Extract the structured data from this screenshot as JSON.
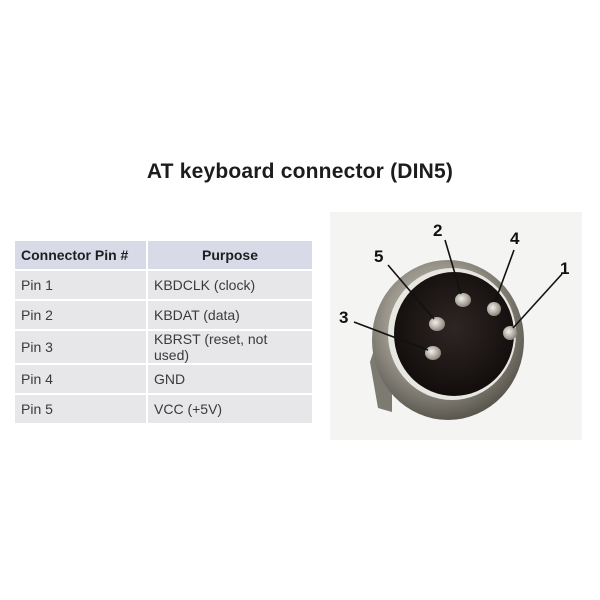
{
  "title": "AT keyboard connector (DIN5)",
  "table": {
    "headers": [
      "Connector Pin #",
      "Purpose"
    ],
    "rows": [
      {
        "pin": "Pin 1",
        "purpose": "KBDCLK (clock)"
      },
      {
        "pin": "Pin 2",
        "purpose": "KBDAT (data)"
      },
      {
        "pin": "Pin 3",
        "purpose": "KBRST (reset, not used)"
      },
      {
        "pin": "Pin 4",
        "purpose": "GND"
      },
      {
        "pin": "Pin 5",
        "purpose": "VCC (+5V)"
      }
    ]
  },
  "photo": {
    "labels": [
      "1",
      "2",
      "3",
      "4",
      "5"
    ]
  },
  "colors": {
    "header_bg": "#d9dae8",
    "cell_bg": "#e7e7ea",
    "title": "#1c1c1c"
  }
}
